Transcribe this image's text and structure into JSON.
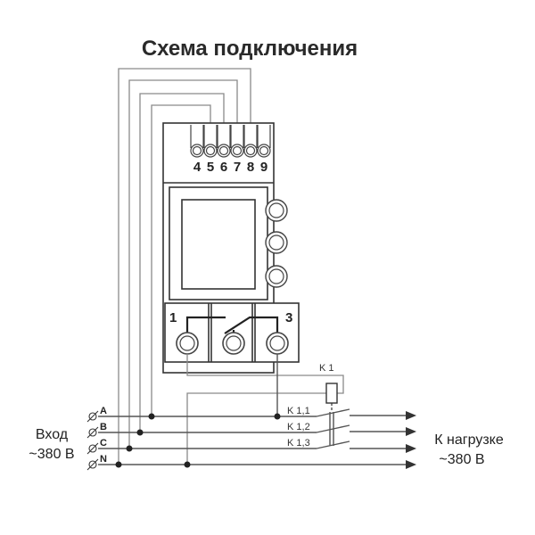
{
  "title": "Схема подключения",
  "device": {
    "top_terminals": [
      "4",
      "5",
      "6",
      "7",
      "8",
      "9"
    ],
    "relay_terminals": [
      "1",
      "3"
    ],
    "buttons": [
      "button-1",
      "button-2",
      "button-3"
    ]
  },
  "input": {
    "line1": "Вход",
    "line2": "~380 В"
  },
  "output": {
    "line1": "К нагрузке",
    "line2": "~380 В"
  },
  "phases": [
    "A",
    "B",
    "C",
    "N"
  ],
  "relay": {
    "coil_label": "K 1",
    "contacts": [
      "K 1,1",
      "K 1,2",
      "K 1,3"
    ]
  }
}
